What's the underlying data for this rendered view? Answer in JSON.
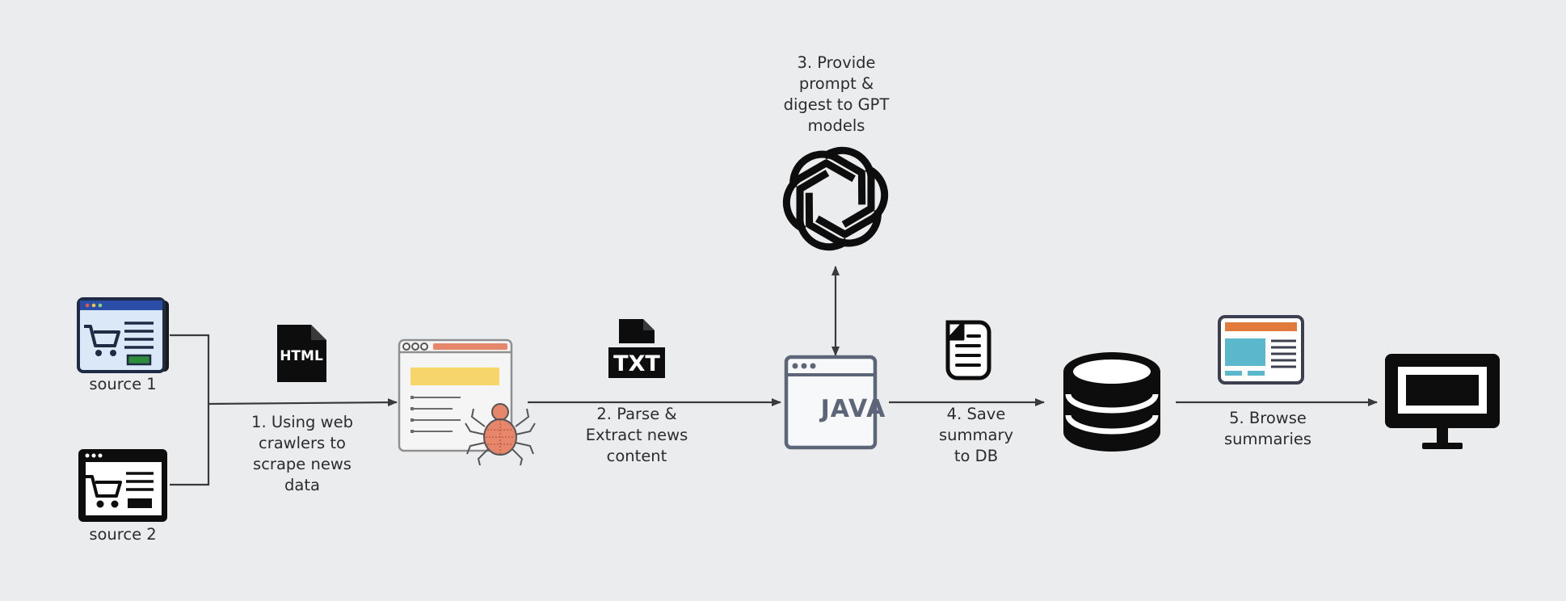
{
  "sources": [
    {
      "label": "source 1"
    },
    {
      "label": "source 2"
    }
  ],
  "steps": {
    "step1": "1. Using web\ncrawlers to\nscrape news\ndata",
    "step2": "2. Parse &\nExtract news\ncontent",
    "step3": "3. Provide\nprompt &\ndigest to GPT\nmodels",
    "step4": "4. Save\nsummary\nto DB",
    "step5": "5. Browse\nsummaries"
  },
  "badges": {
    "html": "HTML",
    "txt": "TXT",
    "java": "JAVA"
  },
  "icons": {
    "source_1": "shopping-website-icon",
    "source_2": "shopping-website-icon",
    "html_file": "html-file-icon",
    "crawler": "web-crawler-spider-icon",
    "txt_file": "txt-file-icon",
    "gpt": "openai-logo-icon",
    "java_app": "java-application-window-icon",
    "document": "document-icon",
    "database": "database-icon",
    "web_page": "news-webpage-icon",
    "monitor": "monitor-icon"
  },
  "colors": {
    "background": "#ebecee",
    "line": "#3a3a3a",
    "blue_accent": "#2a4ea8",
    "orange_accent": "#e6866a",
    "yellow_accent": "#f6d56b",
    "teal_accent": "#5bb8cc",
    "slate": "#5d6678"
  }
}
